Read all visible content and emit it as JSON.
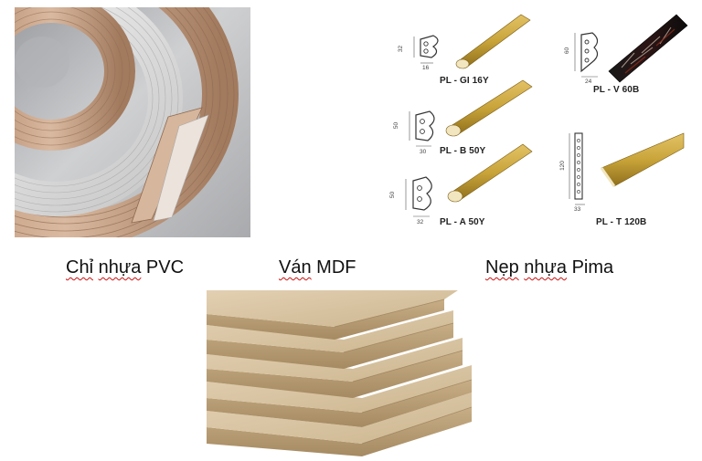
{
  "captions": {
    "pvc": {
      "word1": "Chỉ",
      "word2": "nhựa",
      "rest": "PVC"
    },
    "mdf": {
      "first": "Ván",
      "rest": "MDF"
    },
    "pima": {
      "word1": "Nẹp",
      "word2": "nhựa",
      "rest": "Pima"
    }
  },
  "profiles": [
    {
      "code": "PL - GI 16Y",
      "height": "32",
      "width": "16"
    },
    {
      "code": "PL - B 50Y",
      "height": "50",
      "width": "30"
    },
    {
      "code": "PL - A 50Y",
      "height": "50",
      "width": "32"
    },
    {
      "code": "PL - V 60B",
      "height": "60",
      "width": "24"
    },
    {
      "code": "PL - T 120B",
      "height": "120",
      "width": "33"
    }
  ],
  "colors": {
    "spell_squiggle": "#d01010",
    "pvc_background": "#c9c9cb",
    "wood_gold": "#c9a43a",
    "mdf_board": "#d7c2a0"
  }
}
